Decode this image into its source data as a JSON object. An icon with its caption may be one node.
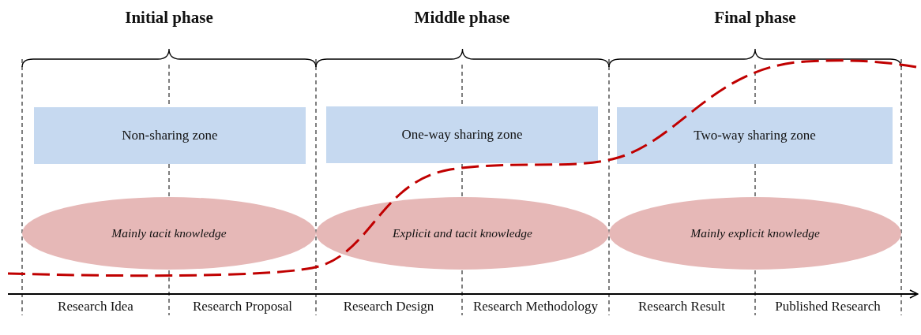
{
  "diagram": {
    "nodes": [
      {
        "text": [
          "Non-sharing zone"
        ]
      },
      {
        "text": [
          "One-way sharing zone"
        ]
      },
      {
        "text": [
          "Two-way sharing zone"
        ]
      },
      {
        "text": [
          "Mainly tacit knowledge"
        ]
      },
      {
        "text": [
          "Explicit and tacit knowledge"
        ]
      },
      {
        "text": [
          "Mainly explicit knowledge"
        ]
      }
    ],
    "labels": [
      "Initial phase",
      "Middle phase",
      "Final phase",
      "Research Idea",
      "Research Proposal",
      "Research Design",
      "Research Methodology",
      "Research Result",
      "Published Research"
    ]
  }
}
